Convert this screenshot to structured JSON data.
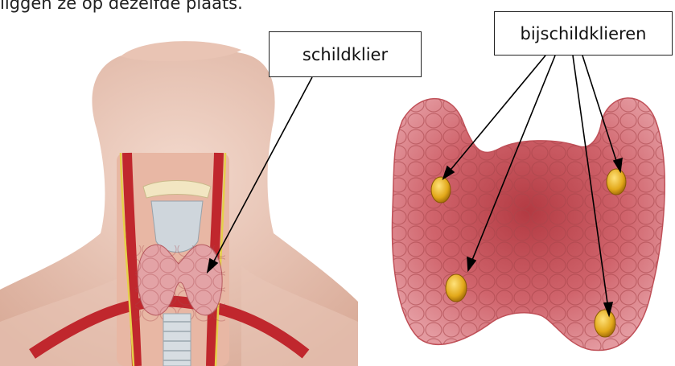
{
  "document": {
    "top_text": "liggen ze op dezelfde plaats.",
    "label_schildklier": "schildklier",
    "label_bijschildklieren": "bijschildklieren"
  },
  "figures": {
    "left": "neck-thyroid-illustration",
    "right": "thyroid-with-parathyroid-glands"
  }
}
